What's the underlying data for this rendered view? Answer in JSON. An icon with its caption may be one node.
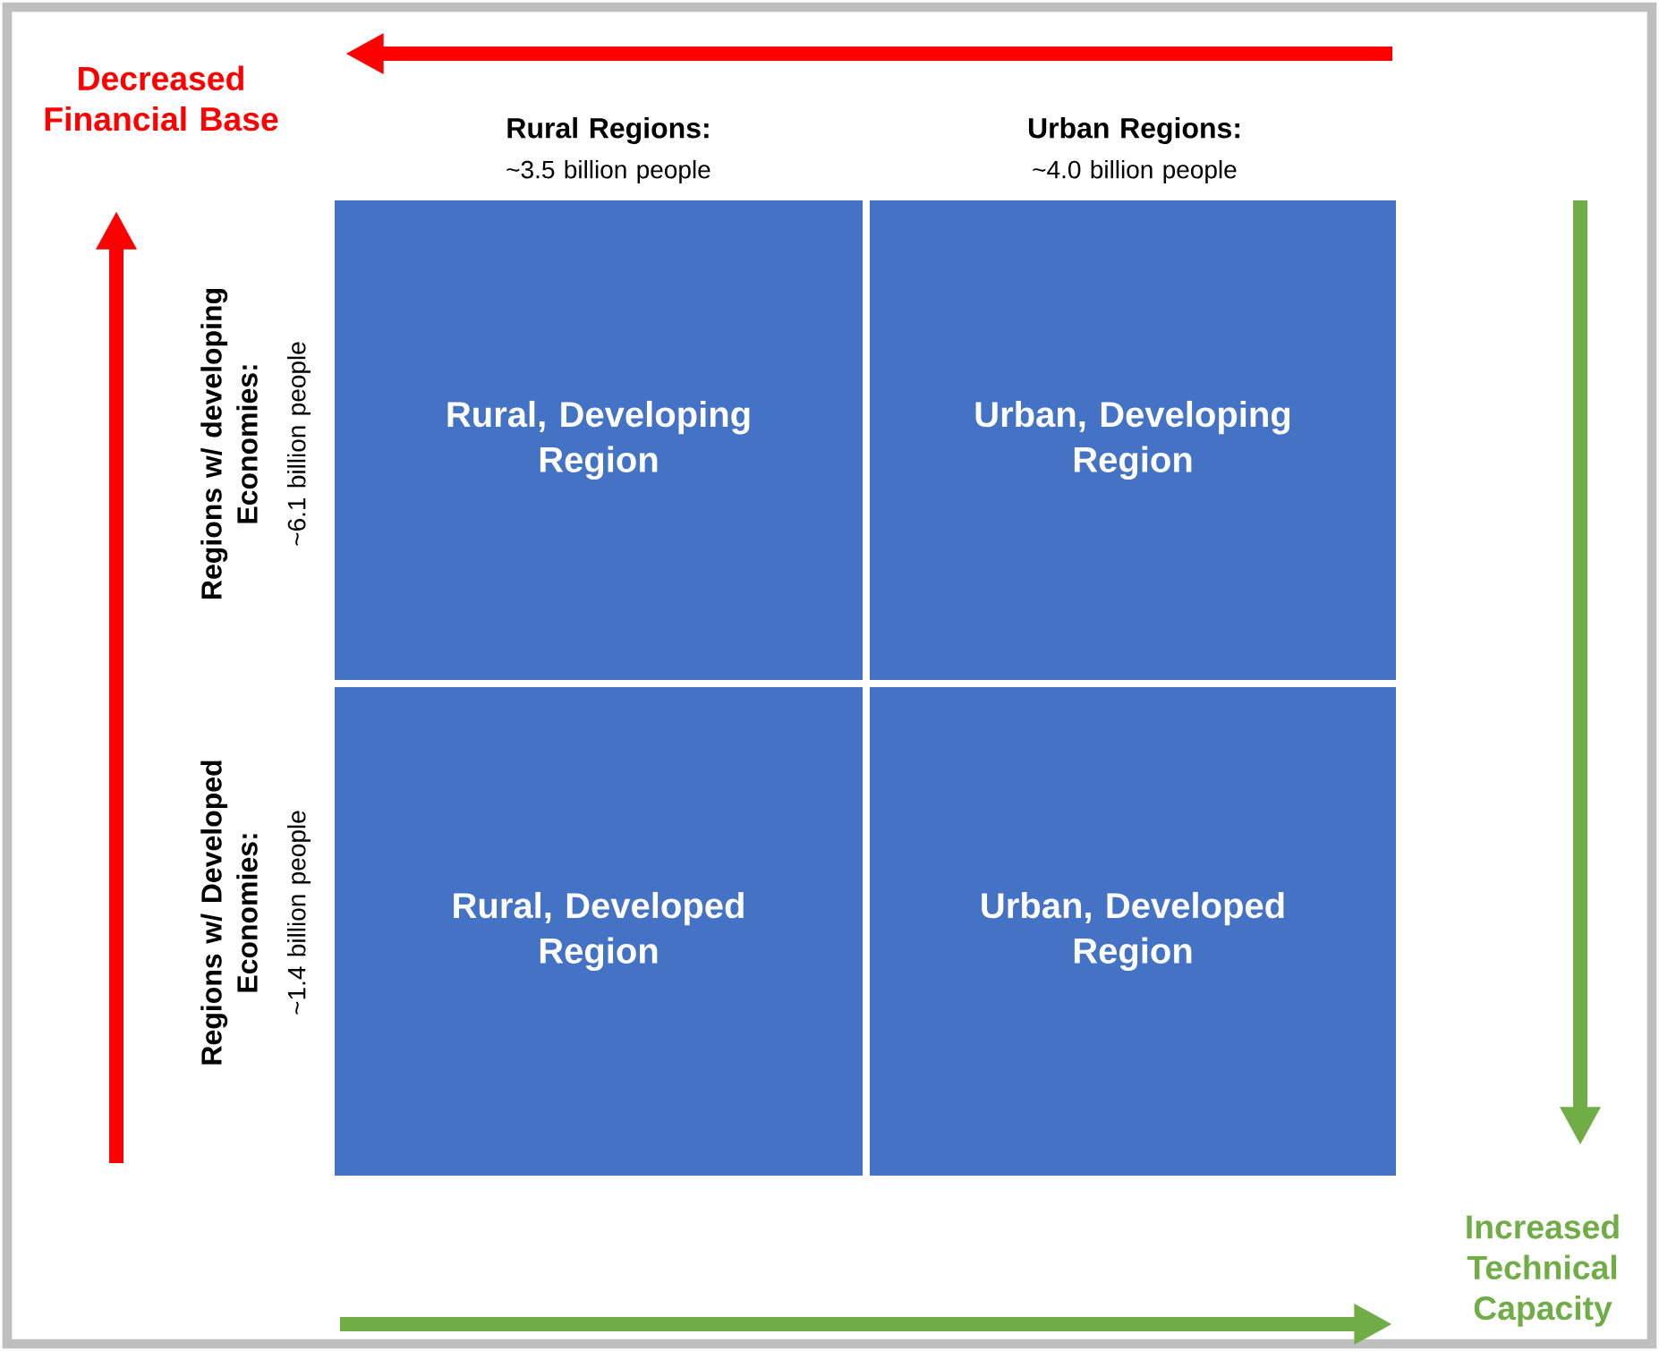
{
  "diagram": {
    "nodes": [
      {
        "text": [
          "Rural, Developing Region"
        ]
      },
      {
        "text": [
          "Urban, Developing Region"
        ]
      },
      {
        "text": [
          "Rural, Developed Region"
        ]
      },
      {
        "text": [
          "Urban, Developed Region"
        ]
      }
    ],
    "labels": [
      "Decreased Financial Base",
      "Rural Regions:",
      "~3.5 billion people",
      "Urban Regions:",
      "~4.0 billion people",
      "Regions w/ developing Economies:",
      "~6.1 billion people",
      "Regions w/ Developed Economies:",
      "~1.4 billion people",
      "Increased Technical Capacity"
    ]
  }
}
